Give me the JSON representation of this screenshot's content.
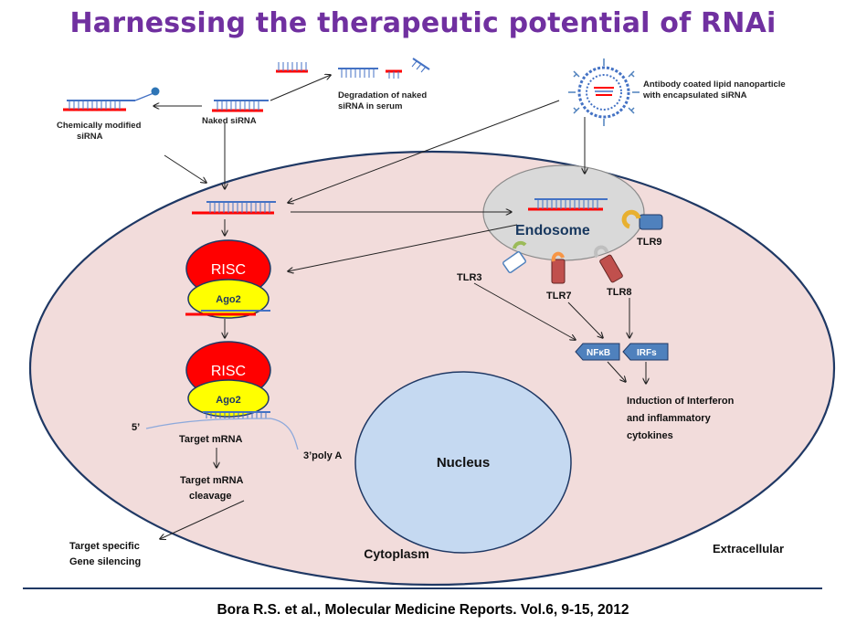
{
  "title": "Harnessing the therapeutic potential of RNAi",
  "citation": "Bora R.S. et al.,  Molecular Medicine Reports. Vol.6,  9-15,  2012",
  "labels": {
    "chemically_modified_1": "Chemically modified",
    "chemically_modified_2": "siRNA",
    "naked_sirna": "Naked siRNA",
    "degradation_1": "Degradation of  naked",
    "degradation_2": "siRNA in serum",
    "nanoparticle_1": "Antibody coated lipid nanoparticle",
    "nanoparticle_2": "with encapsulated siRNA",
    "endosome": "Endosome",
    "tlr9": "TLR9",
    "tlr3": "TLR3",
    "tlr7": "TLR7",
    "tlr8": "TLR8",
    "nfkb": "NFκB",
    "irfs": "IRFs",
    "induction_1": "Induction of Interferon",
    "induction_2": "and inflammatory",
    "induction_3": "cytokines",
    "risc_1": "RISC",
    "ago2_1": "Ago2",
    "risc_2": "RISC",
    "ago2_2": "Ago2",
    "five_prime": "5’",
    "target_mrna": "Target mRNA",
    "three_poly_a": "3’poly A",
    "cleavage_1": "Target mRNA",
    "cleavage_2": "cleavage",
    "silencing_1": "Target specific",
    "silencing_2": "Gene silencing",
    "nucleus": "Nucleus",
    "cytoplasm": "Cytoplasm",
    "extracellular": "Extracellular"
  },
  "colors": {
    "title": "#7030a0",
    "cell_fill": "#f2dcdb",
    "cell_stroke": "#1f3864",
    "nucleus_fill": "#c5d9f1",
    "endosome_fill": "#d9d9d9",
    "risc": "#ff0000",
    "ago2": "#ffff00",
    "sirna_sense": "#ff0000",
    "sirna_antisense": "#4472c4",
    "tlr_blue": "#4f81bd",
    "tlr_red": "#c0504d"
  }
}
